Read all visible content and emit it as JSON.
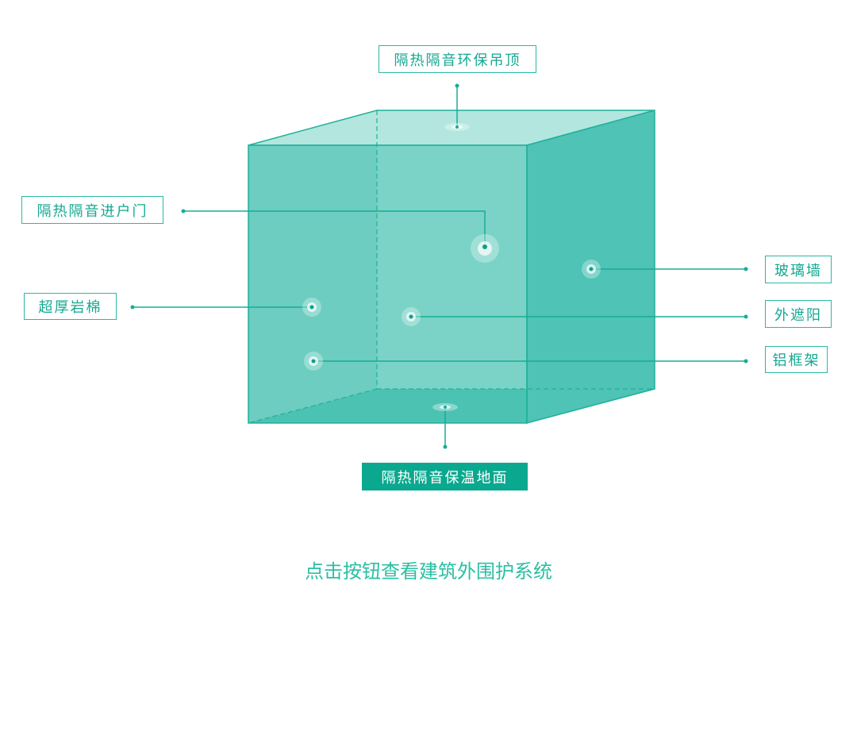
{
  "labels": {
    "ceiling": "隔热隔音环保吊顶",
    "door": "隔热隔音进户门",
    "rockwool": "超厚岩棉",
    "glass_wall": "玻璃墙",
    "sunshade": "外遮阳",
    "aluminum_frame": "铝框架",
    "floor": "隔热隔音保温地面"
  },
  "active_label": "floor",
  "caption": "点击按钮查看建筑外围护系统",
  "colors": {
    "accent": "#0aa88f",
    "stroke": "#1fb09b",
    "top_face": "#b2e6de",
    "front_face": "#6dcdc0",
    "back_wall": "#7ad3c6",
    "right_face": "#4fc3b5",
    "bottom_face": "#48bfb0"
  }
}
